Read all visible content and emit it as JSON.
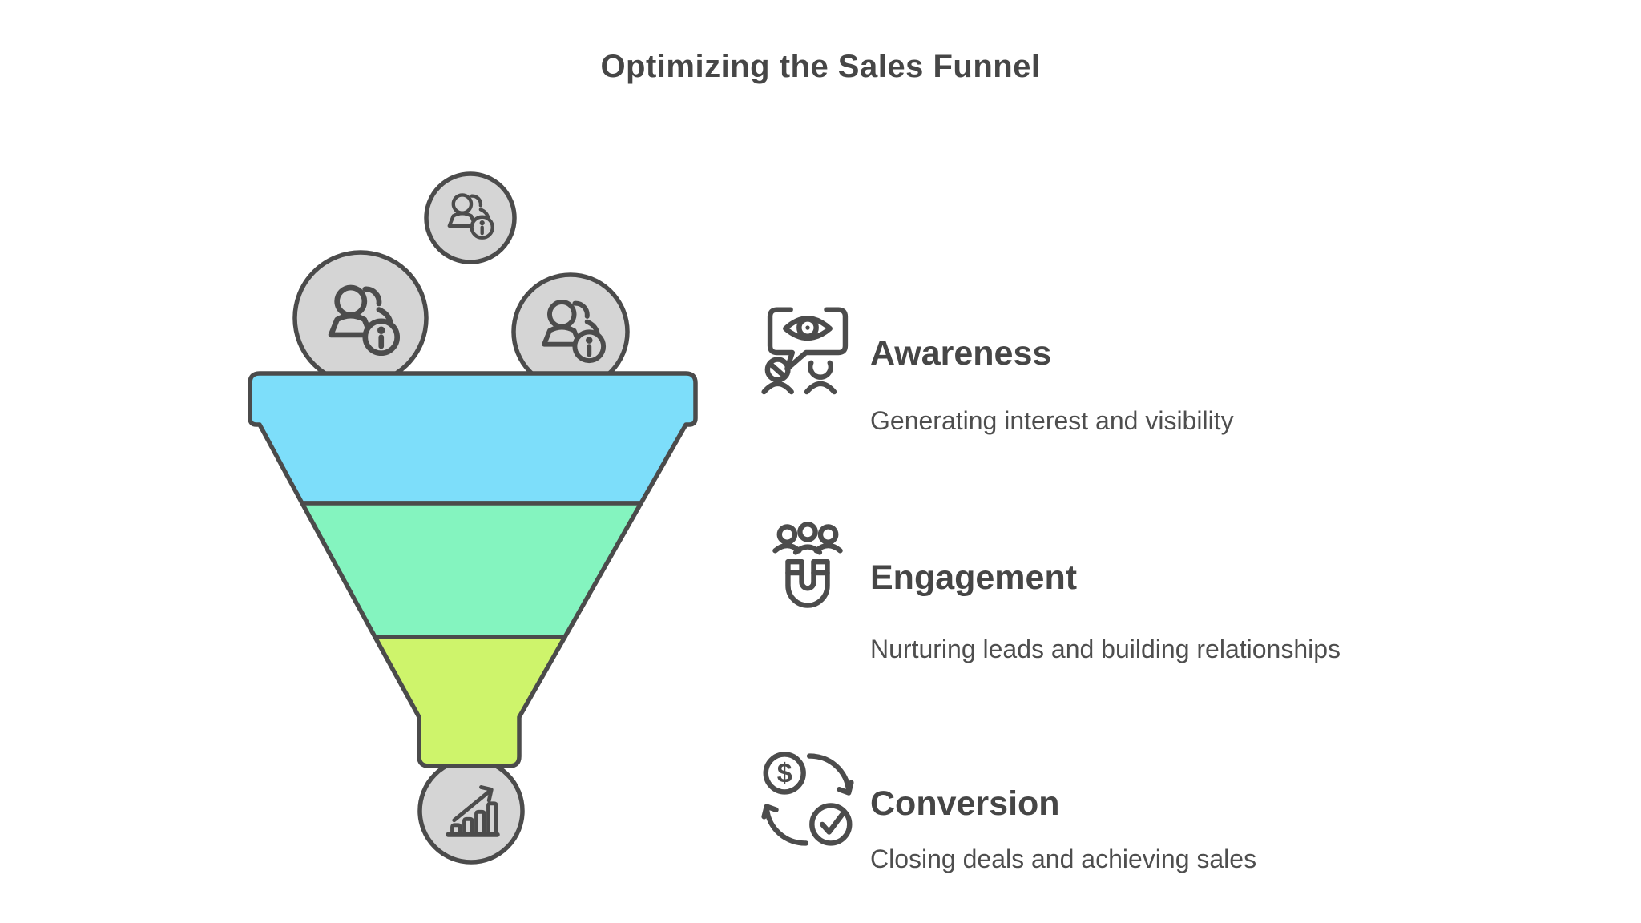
{
  "title": "Optimizing the Sales Funnel",
  "background_color": "#FFFFFF",
  "title_color": "#464646",
  "funnel": {
    "outline_color": "#4B4B4B",
    "lead_circle_fill": "#D5D5D5",
    "lead_icon": "users-info-icon",
    "result_icon": "growth-chart-icon",
    "stages": [
      {
        "name": "Awareness",
        "description": "Generating interest and visibility",
        "color": "#7DDEFA",
        "icon": "visibility-speech-bubble-icon"
      },
      {
        "name": "Engagement",
        "description": "Nurturing leads and building relationships",
        "color": "#84F4BF",
        "icon": "magnet-audience-icon"
      },
      {
        "name": "Conversion",
        "description": "Closing deals and achieving sales",
        "color": "#CEF46B",
        "icon": "dollar-check-cycle-icon"
      }
    ]
  }
}
